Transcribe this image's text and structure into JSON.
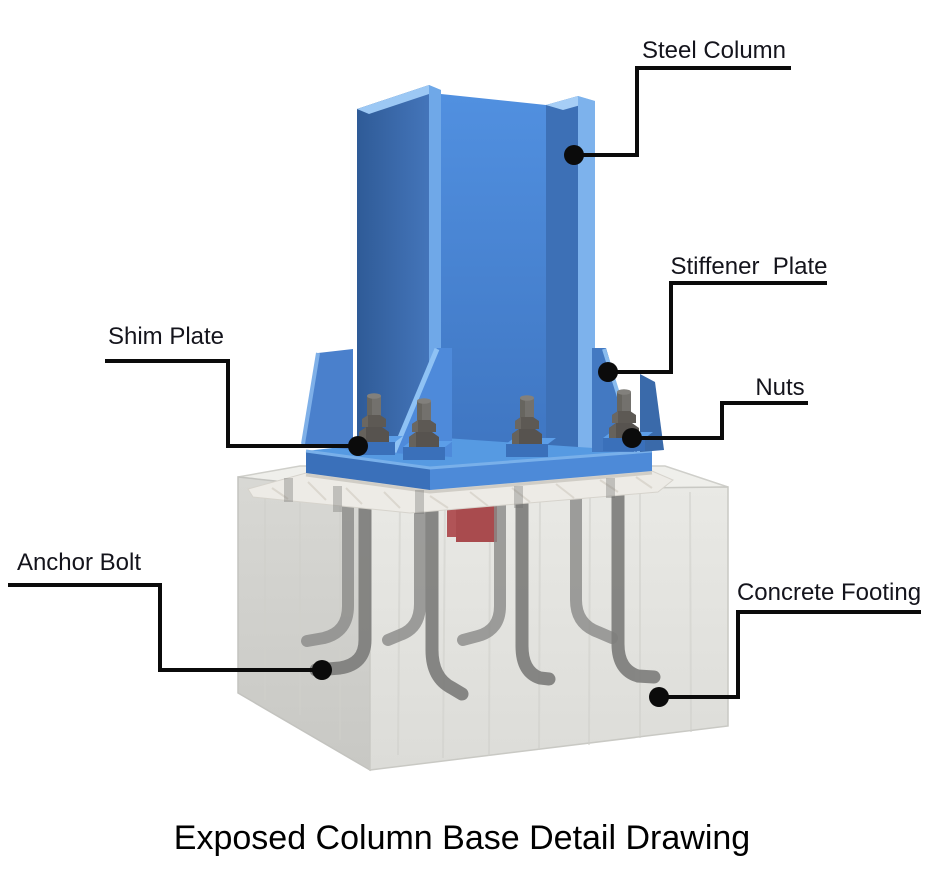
{
  "diagram": {
    "title": "Exposed Column Base Detail Drawing",
    "labels": {
      "steel_column": "Steel Column",
      "stiffener_plate": "Stiffener  Plate",
      "nuts": "Nuts",
      "shim_plate": "Shim Plate",
      "anchor_bolt": "Anchor Bolt",
      "concrete_footing": "Concrete Footing"
    },
    "colors": {
      "steel_blue_web": "#4b87d6",
      "steel_blue_flange_dark": "#3c6db2",
      "steel_blue_edge_light": "#7db2ec",
      "base_plate_front": "#3a70ba",
      "gusset_blue": "#4e8ada",
      "nut_gray": "#57534f",
      "bolt_shank_gray": "#73716d",
      "anchor_rod_gray": "#81817f",
      "shim_marble": "#edebe6",
      "concrete_light": "#e5e5e1",
      "concrete_dark": "#d3d3cf",
      "grout_red": "#b15457",
      "leader_black": "#0b0b0b"
    }
  }
}
